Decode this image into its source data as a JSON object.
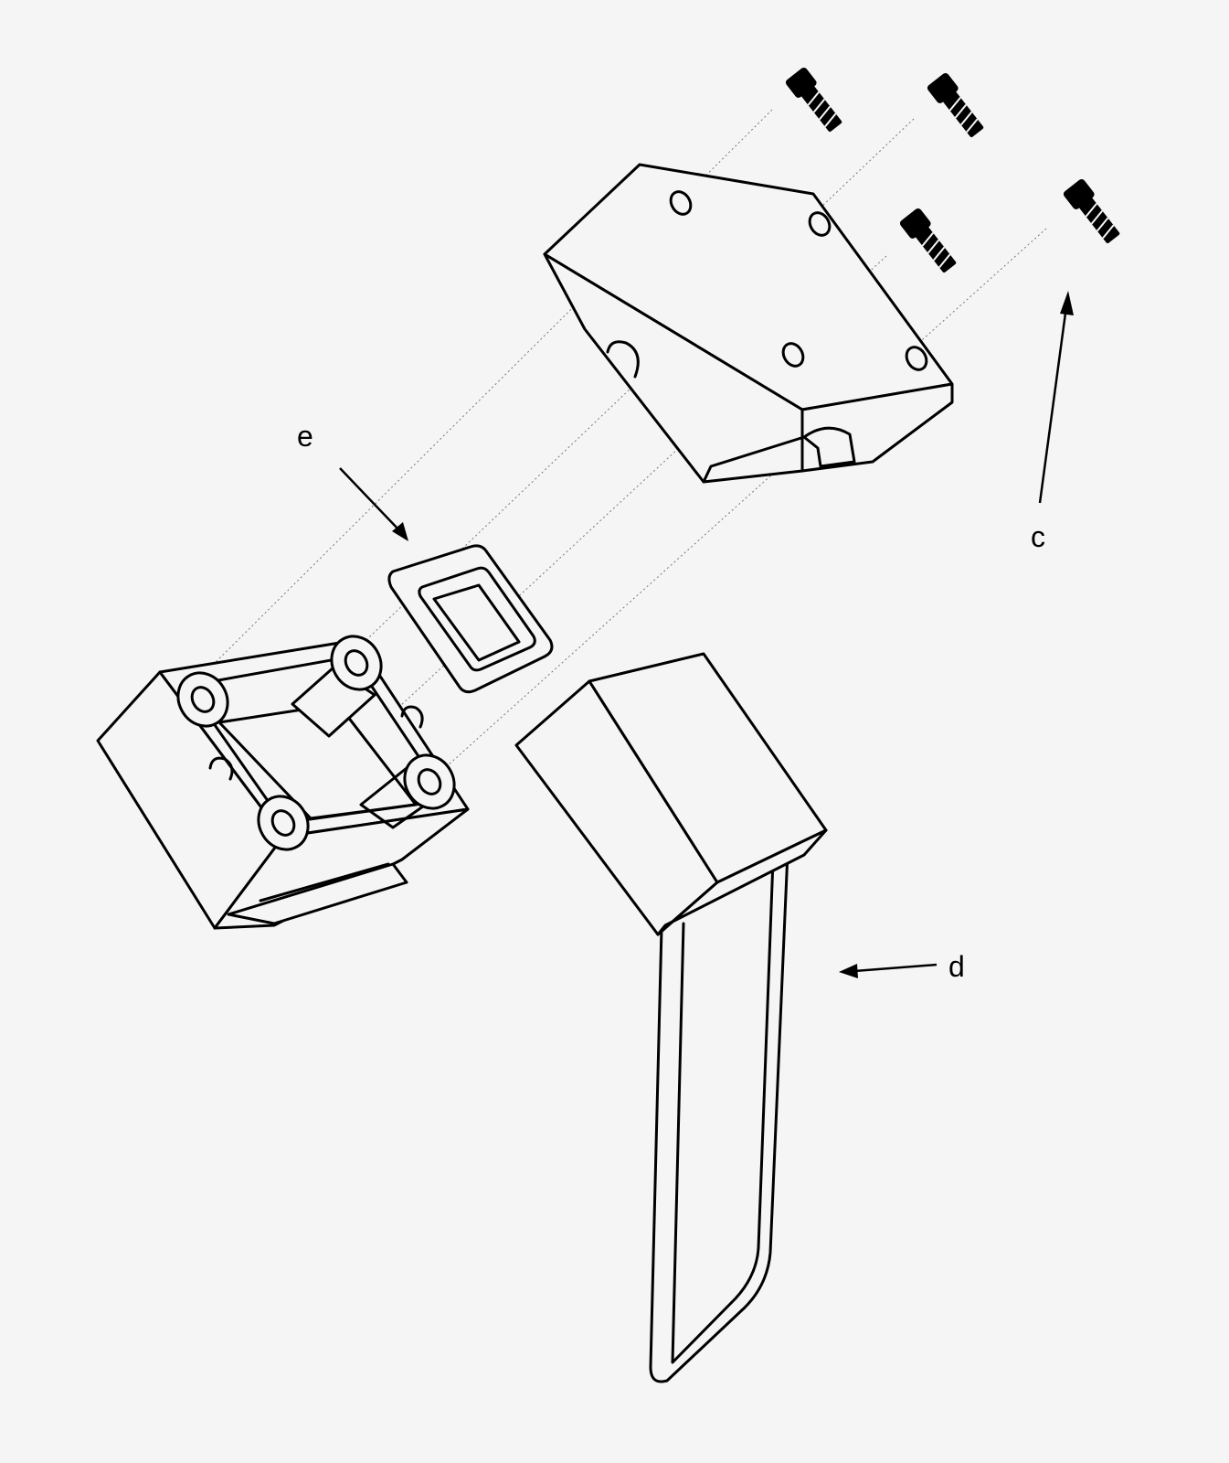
{
  "labels": {
    "c": "c",
    "d": "d",
    "e": "e"
  },
  "colors": {
    "background": "#f5f5f5",
    "ink": "#000000",
    "guide": "#777777"
  }
}
